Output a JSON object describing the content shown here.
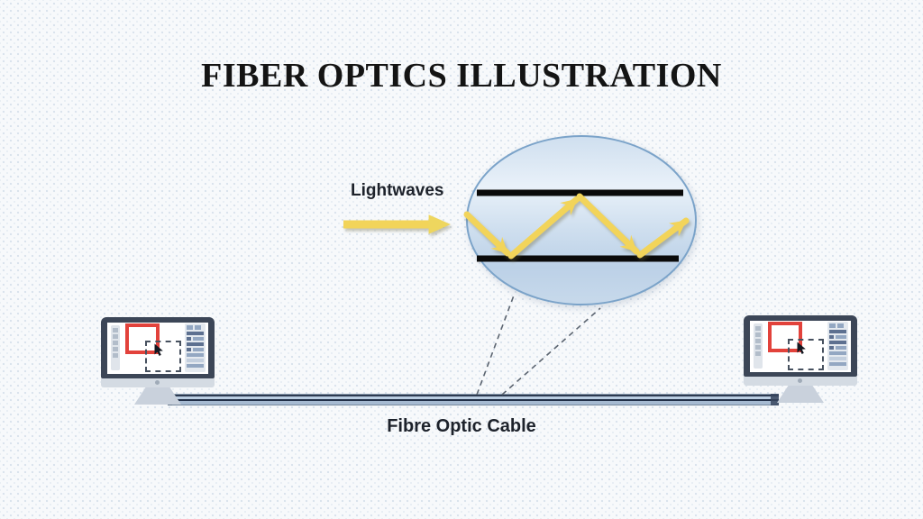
{
  "slide": {
    "title": "FIBER OPTICS ILLUSTRATION",
    "lightwaves_label": "Lightwaves",
    "cable_label": "Fibre Optic Cable"
  },
  "icons": {
    "lightwave_arrow": "right-arrow",
    "light_reflection": "zigzag-reflection-arrows",
    "computer_monitor": "flat-monitor-illustration",
    "cursor": "mouse-pointer",
    "callout": "dashed-magnifier-lines"
  },
  "colors": {
    "background": "#f7f9fb",
    "pattern_dot": "#d9e2ec",
    "title_text": "#141414",
    "label_text": "#1d222b",
    "ray_yellow": "#f2d45a",
    "ellipse_border": "#7ba3c9",
    "ellipse_fill_light": "#e9f1f9",
    "ellipse_fill_dark": "#bcd1e7",
    "core_wall_black": "#0a0a0a",
    "dash_gray": "#5b6470",
    "monitor_frame": "#3c4657",
    "selection_red": "#e2423b",
    "cable_blue_light": "#bbcee2",
    "cable_blue_dark": "#223048"
  }
}
